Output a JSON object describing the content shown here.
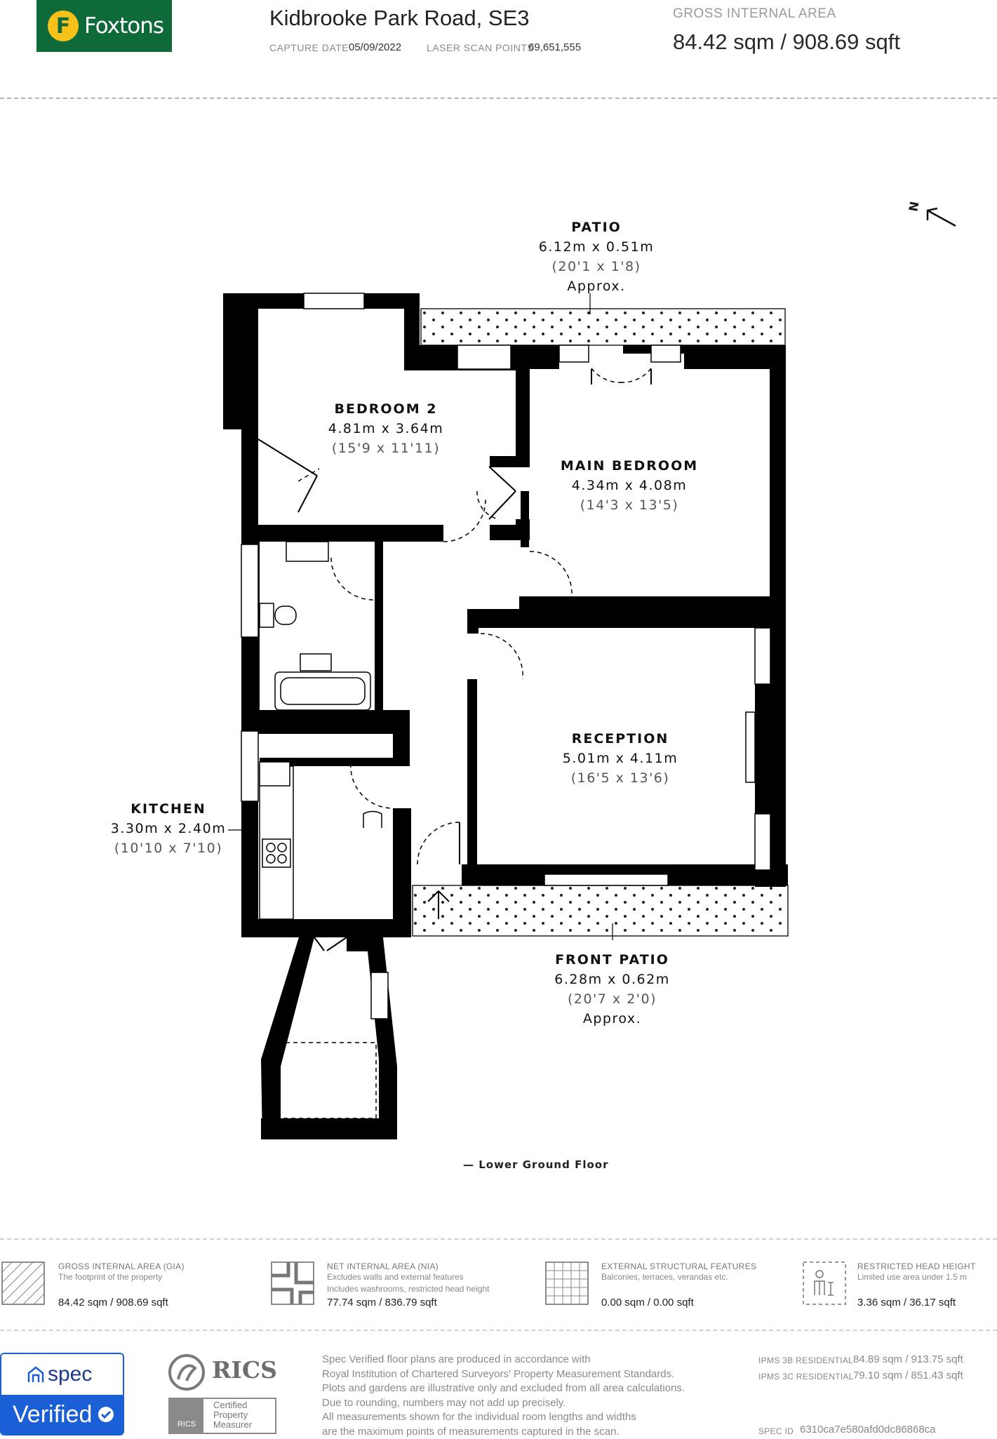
{
  "header": {
    "logo_text": "Foxtons",
    "logo_letter": "F",
    "address": "Kidbrooke Park Road, SE3",
    "capture_date_label": "CAPTURE DATE",
    "capture_date": "05/09/2022",
    "scan_points_label": "LASER SCAN POINTS",
    "scan_points": "69,651,555",
    "gia_label": "GROSS INTERNAL AREA",
    "gia_value": "84.42 sqm / 908.69 sqft"
  },
  "compass": {
    "label": "N"
  },
  "rooms": {
    "patio": {
      "name": "PATIO",
      "dim": "6.12m x 0.51m",
      "imp": "(20'1 x 1'8)",
      "note": "Approx."
    },
    "bedroom2": {
      "name": "BEDROOM 2",
      "dim": "4.81m x 3.64m",
      "imp": "(15'9 x 11'11)"
    },
    "main_bedroom": {
      "name": "MAIN BEDROOM",
      "dim": "4.34m x 4.08m",
      "imp": "(14'3 x 13'5)"
    },
    "reception": {
      "name": "RECEPTION",
      "dim": "5.01m x 4.11m",
      "imp": "(16'5 x 13'6)"
    },
    "kitchen": {
      "name": "KITCHEN",
      "dim": "3.30m x 2.40m",
      "imp": "(10'10 x 7'10)"
    },
    "front_patio": {
      "name": "FRONT PATIO",
      "dim": "6.28m x 0.62m",
      "imp": "(20'7 x 2'0)",
      "note": "Approx."
    }
  },
  "floor_label": "— Lower Ground Floor",
  "legend": [
    {
      "title": "GROSS INTERNAL AREA (GIA)",
      "desc1": "The footprint of the property",
      "desc2": "",
      "value": "84.42 sqm / 908.69 sqft",
      "icon": "gia-hatch-icon"
    },
    {
      "title": "NET INTERNAL AREA (NIA)",
      "desc1": "Excludes walls and external features",
      "desc2": "Includes washrooms, restricted head height",
      "value": "77.74 sqm / 836.79 sqft",
      "icon": "nia-plan-icon"
    },
    {
      "title": "EXTERNAL STRUCTURAL FEATURES",
      "desc1": "Balconies, terraces, verandas etc.",
      "desc2": "",
      "value": "0.00 sqm / 0.00 sqft",
      "icon": "grid-icon"
    },
    {
      "title": "RESTRICTED HEAD HEIGHT",
      "desc1": "Limited use area under 1.5 m",
      "desc2": "",
      "value": "3.36 sqm / 36.17 sqft",
      "icon": "head-height-icon"
    }
  ],
  "footer": {
    "spec_top": "spec",
    "spec_bottom": "Verified",
    "rics": "RICS",
    "rics_badge_1": "Certified",
    "rics_badge_2": "Property",
    "rics_badge_3": "Measurer",
    "rics_badge_logo": "RICS",
    "text_lines": [
      "Spec Verified floor plans are produced in accordance with",
      "Royal Institution of Chartered Surveyors' Property Measurement Standards.",
      "Plots and gardens are illustrative only and excluded from all area calculations.",
      "Due to rounding, numbers may not add up precisely.",
      "All measurements shown for the individual room lengths and widths",
      "are the maximum points of measurements captured in the scan."
    ],
    "ipms3b_label": "IPMS 3B RESIDENTIAL",
    "ipms3b_value": "84.89 sqm / 913.75 sqft",
    "ipms3c_label": "IPMS 3C RESIDENTIAL",
    "ipms3c_value": "79.10 sqm / 851.43 sqft",
    "spec_id_label": "SPEC ID",
    "spec_id": "6310ca7e580afd0dc86868ca"
  },
  "colors": {
    "brand_green": "#0f6a3a",
    "brand_yellow": "#f6c21a",
    "spec_blue": "#1b5fd6",
    "wall": "#000000"
  }
}
